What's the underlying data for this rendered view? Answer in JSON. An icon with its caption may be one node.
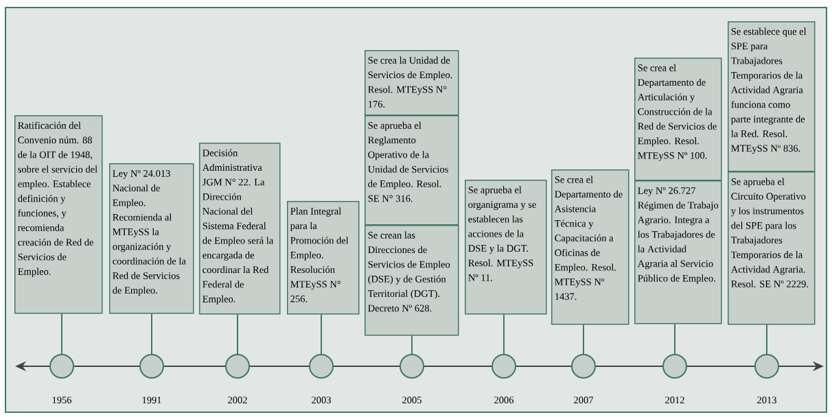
{
  "diagram": {
    "nodes": [
      {
        "text": [
          "Ratificación del Convenio núm. 88 de la OIT de 1948, sobre el servicio del empleo. Establece definición y funciones, y recomienda creación de Red de Servicios de Empleo."
        ]
      },
      {
        "text": [
          "Ley Nº 24.013 Nacional de Empleo. Recomienda al MTEySS la organización y coordinación de la Red de Servicios de Empleo."
        ]
      },
      {
        "text": [
          "Decisión Administrativa JGM N° 22. La Dirección Nacional del Sistema Federal de Empleo será la encargada de coordinar la Red Federal de Empleo."
        ]
      },
      {
        "text": [
          "Plan Integral para la Promoción del Empleo. Resolución MTEySS N° 256."
        ]
      },
      {
        "text": [
          "Se crea la Unidad de Servicios de Empleo. Resol. MTEySS N° 176."
        ]
      },
      {
        "text": [
          "Se aprueba el Reglamento Operativo de la Unidad de Servicios de Empleo. Resol. SE N° 316."
        ]
      },
      {
        "text": [
          "Se crean las Direcciones de Servicios de Empleo (DSE) y de Gestión Territorial (DGT). Decreto Nº 628."
        ]
      },
      {
        "text": [
          "Se aprueba el organigrama y se establecen las acciones de la DSE y la DGT. Resol. MTEySS Nº 11."
        ]
      },
      {
        "text": [
          "Se crea el Departamento de Asistencia Técnica y Capacitación a Oficinas de Empleo. Resol. MTEySS Nº 1437."
        ]
      },
      {
        "text": [
          "Se crea el Departamento de Articulación y Construcción de la Red de Servicios de Empleo. Resol. MTEySS Nº 100."
        ]
      },
      {
        "text": [
          "Ley Nº 26.727 Régimen de Trabajo Agrario. Integra a los Trabajadores de la Actividad Agraria al Servicio Público de Empleo."
        ]
      },
      {
        "text": [
          "Se establece que el SPE para Trabajadores Temporarios de la Actividad Agraria funciona como parte integrante de la Red. Resol. MTEySS Nº 836."
        ]
      },
      {
        "text": [
          "Se aprueba el Circuito Operativo y los instrumentos del SPE para los Trabajadores Temporarios de la Actividad Agraria. Resol. SE Nº 2229."
        ]
      },
      {
        "text": [],
        "shape": "circle",
        "beside": [
          "1956"
        ]
      },
      {
        "text": [],
        "shape": "circle",
        "beside": [
          "1991"
        ]
      },
      {
        "text": [],
        "shape": "circle",
        "beside": [
          "2002"
        ]
      },
      {
        "text": [],
        "shape": "circle",
        "beside": [
          "2003"
        ]
      },
      {
        "text": [],
        "shape": "circle",
        "beside": [
          "2005"
        ]
      },
      {
        "text": [],
        "shape": "circle",
        "beside": [
          "2006"
        ]
      },
      {
        "text": [],
        "shape": "circle",
        "beside": [
          "2007"
        ]
      },
      {
        "text": [],
        "shape": "circle",
        "beside": [
          "2012"
        ]
      },
      {
        "text": [],
        "shape": "circle",
        "beside": [
          "2013"
        ]
      }
    ],
    "edges": [
      {
        "from": 0,
        "to": 13,
        "arrow": "none"
      },
      {
        "from": 1,
        "to": 14,
        "arrow": "none"
      },
      {
        "from": 2,
        "to": 15,
        "arrow": "none"
      },
      {
        "from": 3,
        "to": 16,
        "arrow": "none"
      },
      {
        "from": 6,
        "to": 17,
        "arrow": "none"
      },
      {
        "from": 7,
        "to": 18,
        "arrow": "none"
      },
      {
        "from": 8,
        "to": 19,
        "arrow": "none"
      },
      {
        "from": 10,
        "to": 20,
        "arrow": "none"
      },
      {
        "from": 12,
        "to": 21,
        "arrow": "none"
      }
    ]
  }
}
